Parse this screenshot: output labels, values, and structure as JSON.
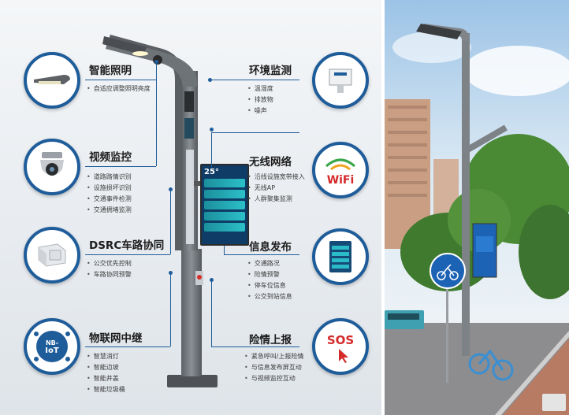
{
  "features": {
    "lighting": {
      "title": "智能照明",
      "items": [
        "自适应调整照明亮度"
      ],
      "icon": "street-lamp-icon"
    },
    "video": {
      "title": "视频监控",
      "items": [
        "道路路情识别",
        "设施损坏识别",
        "交通事件检测",
        "交通拥堵监测"
      ],
      "icon": "dome-camera-icon"
    },
    "dsrc": {
      "title": "DSRC车路协同",
      "items": [
        "公交优先控制",
        "车路协同预警"
      ],
      "icon": "dsrc-device-icon"
    },
    "iot": {
      "title": "物联网中继",
      "items": [
        "智慧消灯",
        "智能边坡",
        "智能井盖",
        "智能垃圾桶"
      ],
      "icon": "nb-iot-icon",
      "badge_line1": "NB-",
      "badge_line2": "IoT"
    },
    "environment": {
      "title": "环境监测",
      "items": [
        "温湿度",
        "排放物",
        "噪声"
      ],
      "icon": "environment-sensor-icon"
    },
    "wireless": {
      "title": "无线网络",
      "items": [
        "沿线设施宽带接入",
        "无线AP",
        "人群聚集监测"
      ],
      "icon": "wifi-icon",
      "badge": "WiFi"
    },
    "info": {
      "title": "信息发布",
      "items": [
        "交通路况",
        "险情预警",
        "停车位信息",
        "公交到站信息"
      ],
      "icon": "info-screen-icon"
    },
    "emergency": {
      "title": "险情上报",
      "items": [
        "紧急呼叫/上报险情",
        "与信息发布屏互动",
        "与视频监控互动"
      ],
      "icon": "sos-icon",
      "badge": "SOS"
    }
  },
  "screen": {
    "temperature": "25°"
  },
  "colors": {
    "accent": "#1f5d9a",
    "pole": "#6b6f73",
    "sign_blue": "#1d63b5"
  }
}
